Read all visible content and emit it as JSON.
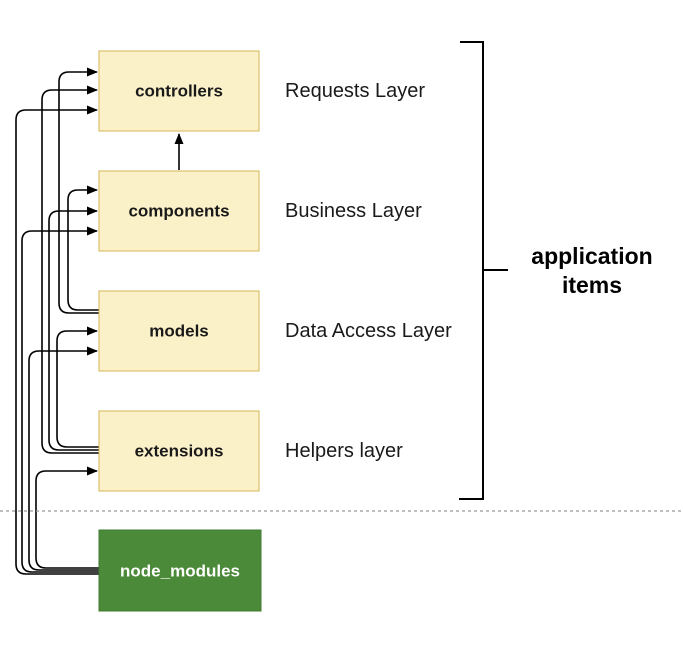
{
  "diagram": {
    "boxes": [
      {
        "id": "controllers",
        "label": "controllers",
        "layer": "Requests Layer"
      },
      {
        "id": "components",
        "label": "components",
        "layer": "Business Layer"
      },
      {
        "id": "models",
        "label": "models",
        "layer": "Data Access Layer"
      },
      {
        "id": "extensions",
        "label": "extensions",
        "layer": "Helpers layer"
      },
      {
        "id": "node_modules",
        "label": "node_modules",
        "layer": ""
      }
    ],
    "bracket": {
      "line1": "application",
      "line2": "items"
    },
    "edges": [
      {
        "from": "components",
        "to": "controllers"
      },
      {
        "from": "models",
        "to": "controllers"
      },
      {
        "from": "models",
        "to": "components"
      },
      {
        "from": "extensions",
        "to": "controllers"
      },
      {
        "from": "extensions",
        "to": "components"
      },
      {
        "from": "extensions",
        "to": "models"
      },
      {
        "from": "node_modules",
        "to": "controllers"
      },
      {
        "from": "node_modules",
        "to": "components"
      },
      {
        "from": "node_modules",
        "to": "models"
      },
      {
        "from": "node_modules",
        "to": "extensions"
      }
    ],
    "colors": {
      "app_box_fill": "#FBF1C9",
      "app_box_border": "#D6B656",
      "app_box_text": "#1a1a1a",
      "module_box_fill": "#4B8A38",
      "module_box_border": "#417A30",
      "module_box_text": "#FFFFFF",
      "line": "#000000",
      "separator": "#999999"
    }
  }
}
